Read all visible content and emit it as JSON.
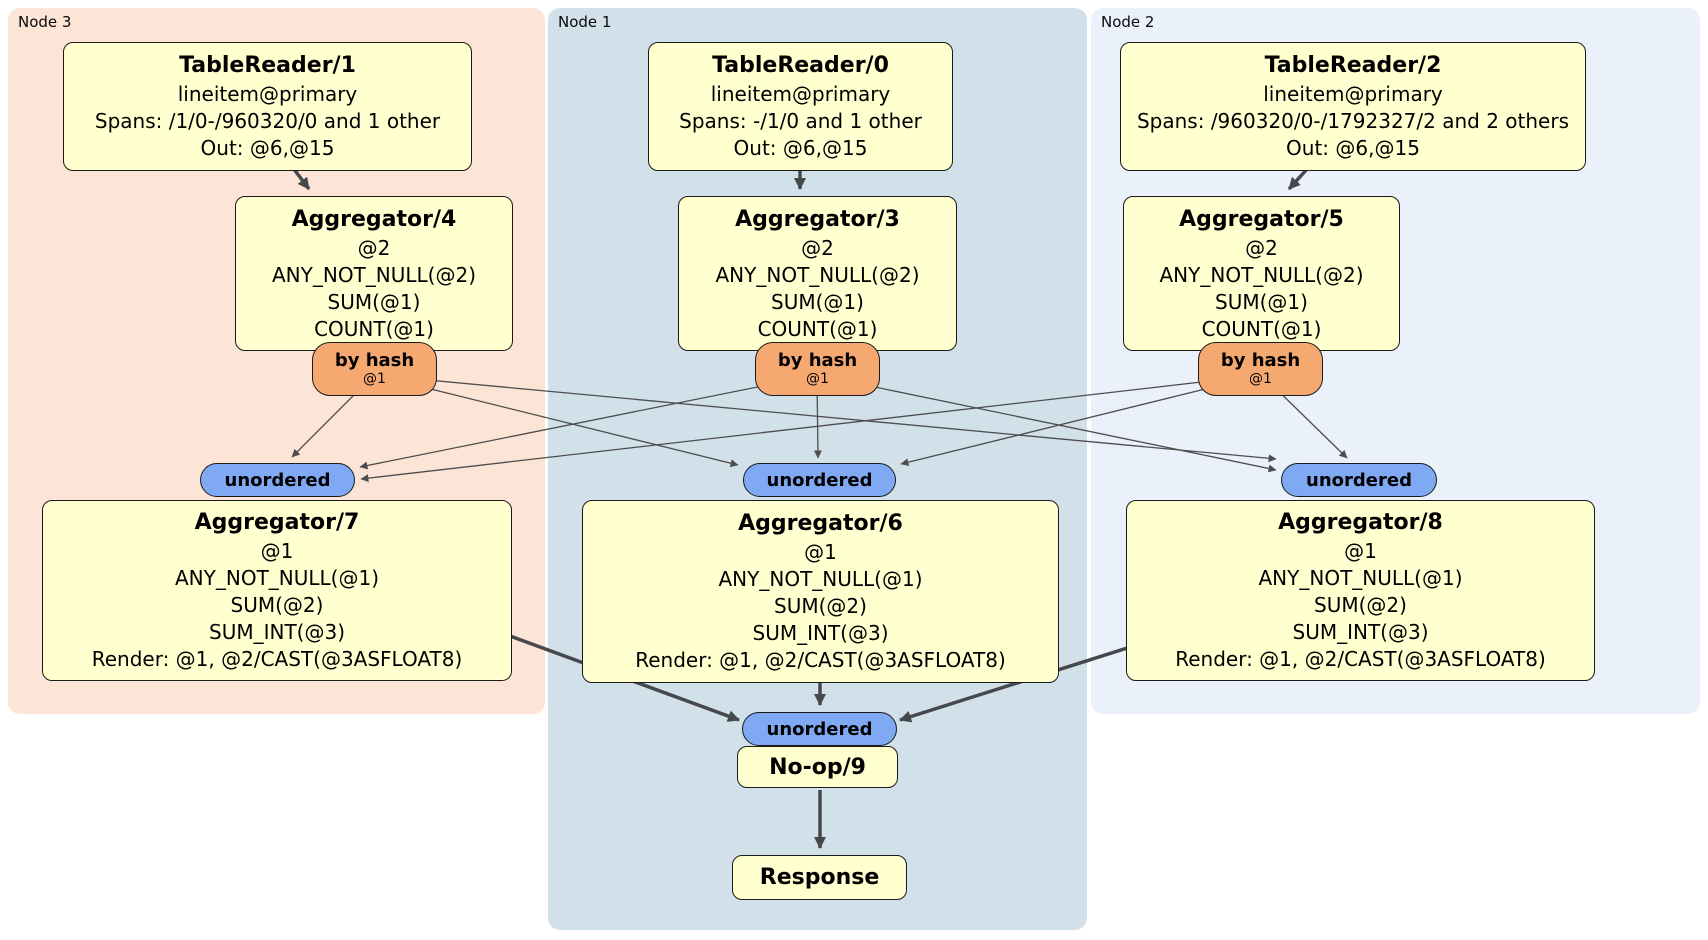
{
  "panels": {
    "node3": {
      "label": "Node 3"
    },
    "node1": {
      "label": "Node 1"
    },
    "node2": {
      "label": "Node 2"
    }
  },
  "processors": {
    "tablereader1": {
      "title": "TableReader/1",
      "lines": [
        "lineitem@primary",
        "Spans: /1/0-/960320/0 and 1 other",
        "Out: @6,@15"
      ]
    },
    "tablereader0": {
      "title": "TableReader/0",
      "lines": [
        "lineitem@primary",
        "Spans: -/1/0 and 1 other",
        "Out: @6,@15"
      ]
    },
    "tablereader2": {
      "title": "TableReader/2",
      "lines": [
        "lineitem@primary",
        "Spans: /960320/0-/1792327/2 and 2 others",
        "Out: @6,@15"
      ]
    },
    "aggregator4": {
      "title": "Aggregator/4",
      "lines": [
        "@2",
        "ANY_NOT_NULL(@2)",
        "SUM(@1)",
        "COUNT(@1)"
      ]
    },
    "aggregator3": {
      "title": "Aggregator/3",
      "lines": [
        "@2",
        "ANY_NOT_NULL(@2)",
        "SUM(@1)",
        "COUNT(@1)"
      ]
    },
    "aggregator5": {
      "title": "Aggregator/5",
      "lines": [
        "@2",
        "ANY_NOT_NULL(@2)",
        "SUM(@1)",
        "COUNT(@1)"
      ]
    },
    "aggregator7": {
      "title": "Aggregator/7",
      "lines": [
        "@1",
        "ANY_NOT_NULL(@1)",
        "SUM(@2)",
        "SUM_INT(@3)",
        "Render: @1, @2/CAST(@3ASFLOAT8)"
      ]
    },
    "aggregator6": {
      "title": "Aggregator/6",
      "lines": [
        "@1",
        "ANY_NOT_NULL(@1)",
        "SUM(@2)",
        "SUM_INT(@3)",
        "Render: @1, @2/CAST(@3ASFLOAT8)"
      ]
    },
    "aggregator8": {
      "title": "Aggregator/8",
      "lines": [
        "@1",
        "ANY_NOT_NULL(@1)",
        "SUM(@2)",
        "SUM_INT(@3)",
        "Render: @1, @2/CAST(@3ASFLOAT8)"
      ]
    },
    "noop": {
      "title": "No-op/9"
    },
    "response": {
      "title": "Response"
    }
  },
  "routers": {
    "byhash4": {
      "label": "by hash",
      "key": "@1"
    },
    "byhash3": {
      "label": "by hash",
      "key": "@1"
    },
    "byhash5": {
      "label": "by hash",
      "key": "@1"
    }
  },
  "syncs": {
    "unordered_left": {
      "label": "unordered"
    },
    "unordered_center": {
      "label": "unordered"
    },
    "unordered_right": {
      "label": "unordered"
    },
    "unordered_final": {
      "label": "unordered"
    }
  },
  "colors": {
    "node3_bg": "#fce4d6",
    "node1_bg": "#d2e0ea",
    "node2_bg": "#eaf1fb",
    "processor_bg": "#ffffd0",
    "router_bg": "#f5a970",
    "sync_bg": "#7fa9f2",
    "edge_thin": "#4d4d4d",
    "edge_thick": "#46494c"
  }
}
